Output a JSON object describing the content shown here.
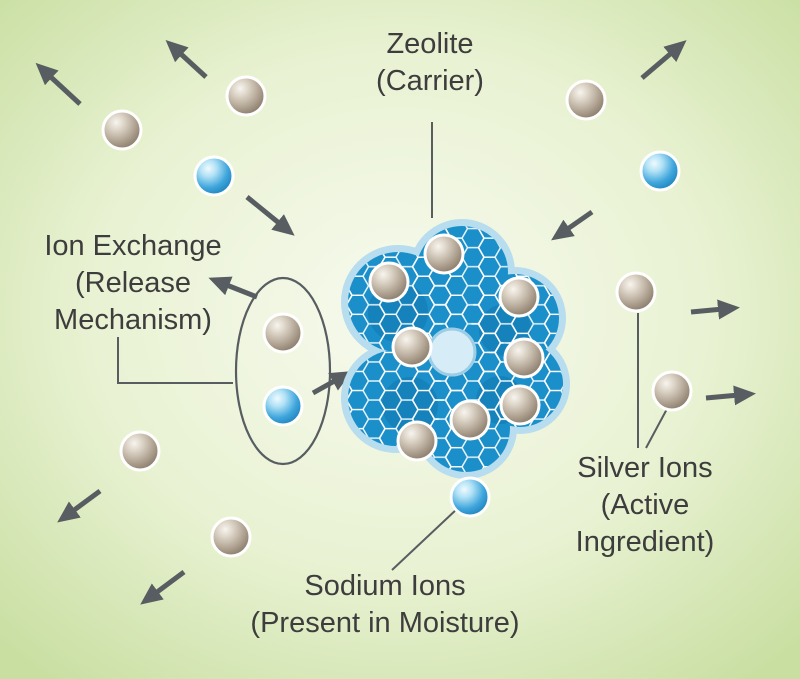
{
  "labels": {
    "zeolite": {
      "line1": "Zeolite",
      "line2": "(Carrier)"
    },
    "ion_exchange": {
      "line1": "Ion Exchange",
      "line2": "(Release",
      "line3": "Mechanism)"
    },
    "silver_ions": {
      "line1": "Silver Ions",
      "line2": "(Active",
      "line3": "Ingredient)"
    },
    "sodium_ions": {
      "line1": "Sodium Ions",
      "line2": "(Present in Moisture)"
    }
  },
  "colors": {
    "background_center": "#f7faee",
    "background_edge": "#c9dfa2",
    "text": "#3d3d3d",
    "arrow": "#585d61",
    "silver_ion": "#a3937f",
    "sodium_ion": "#2f9fd8",
    "zeolite_body": "#1a8fc9",
    "zeolite_halo": "#b7ddef",
    "cage_line": "#ffffff"
  }
}
